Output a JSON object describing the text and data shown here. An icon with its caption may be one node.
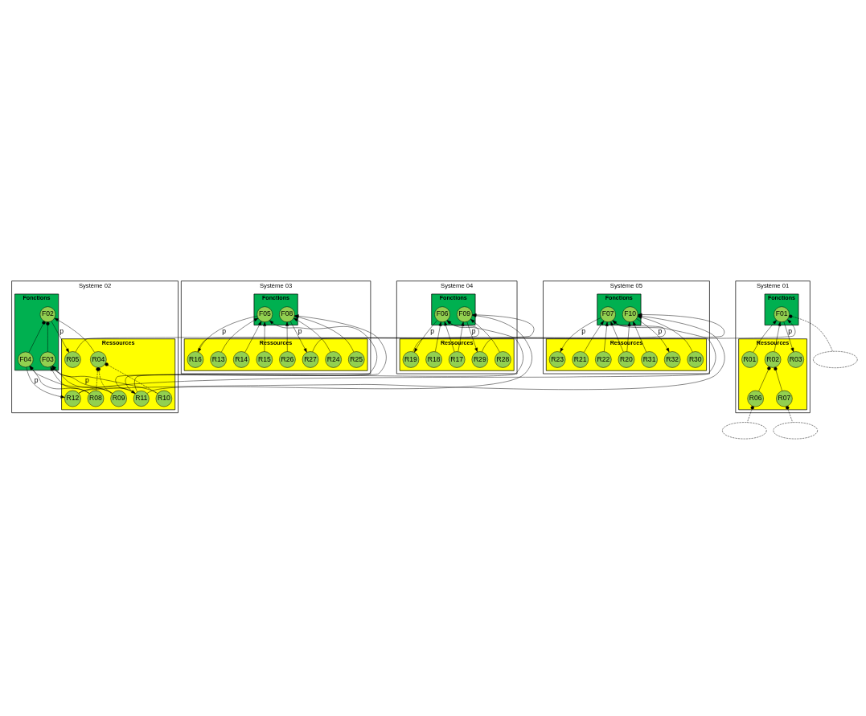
{
  "diagram": {
    "nodes": [
      {
        "text": [
          "Système 02"
        ]
      },
      {
        "text": [
          "Fonctions"
        ],
        "in": 0
      },
      {
        "text": [
          "Ressources"
        ],
        "in": 0
      },
      {
        "text": [
          "F02"
        ],
        "in": 1
      },
      {
        "text": [
          "F03"
        ],
        "in": 1
      },
      {
        "text": [
          "F04"
        ],
        "in": 1
      },
      {
        "text": [
          "R04"
        ],
        "in": 2
      },
      {
        "text": [
          "R05"
        ],
        "in": 2
      },
      {
        "text": [
          "R08"
        ],
        "in": 2
      },
      {
        "text": [
          "R09"
        ],
        "in": 2
      },
      {
        "text": [
          "R10"
        ],
        "in": 2
      },
      {
        "text": [
          "R11"
        ],
        "in": 2
      },
      {
        "text": [
          "R12"
        ],
        "in": 2
      },
      {
        "text": [
          "Système 01"
        ]
      },
      {
        "text": [
          "Fonctions"
        ],
        "in": 13
      },
      {
        "text": [
          "Ressources"
        ],
        "in": 13
      },
      {
        "text": [
          "F01"
        ],
        "in": 14
      },
      {
        "text": [
          "R01"
        ],
        "in": 15
      },
      {
        "text": [
          "R02"
        ],
        "in": 15
      },
      {
        "text": [
          "R03"
        ],
        "in": 15
      },
      {
        "text": [
          "R06"
        ],
        "in": 15
      },
      {
        "text": [
          "R07"
        ],
        "in": 15
      },
      {
        "text": [
          "Système 03"
        ]
      },
      {
        "text": [
          "Fonctions"
        ],
        "in": 22
      },
      {
        "text": [
          "Ressources"
        ],
        "in": 22
      },
      {
        "text": [
          "F05"
        ],
        "in": 23
      },
      {
        "text": [
          "F08"
        ],
        "in": 23
      },
      {
        "text": [
          "R13"
        ],
        "in": 24
      },
      {
        "text": [
          "R14"
        ],
        "in": 24
      },
      {
        "text": [
          "R15"
        ],
        "in": 24
      },
      {
        "text": [
          "R16"
        ],
        "in": 24
      },
      {
        "text": [
          "R27"
        ],
        "in": 24
      },
      {
        "text": [
          "R24"
        ],
        "in": 24
      },
      {
        "text": [
          "R25"
        ],
        "in": 24
      },
      {
        "text": [
          "R26"
        ],
        "in": 24
      },
      {
        "text": [
          "Système 04"
        ]
      },
      {
        "text": [
          "Fonctions"
        ],
        "in": 35
      },
      {
        "text": [
          "Ressources"
        ],
        "in": 35
      },
      {
        "text": [
          "F06"
        ],
        "in": 36
      },
      {
        "text": [
          "F09"
        ],
        "in": 36
      },
      {
        "text": [
          "R17"
        ],
        "in": 37
      },
      {
        "text": [
          "R18"
        ],
        "in": 37
      },
      {
        "text": [
          "R19"
        ],
        "in": 37
      },
      {
        "text": [
          "R28"
        ],
        "in": 37
      },
      {
        "text": [
          "R29"
        ],
        "in": 37
      },
      {
        "text": [
          "Système 05"
        ]
      },
      {
        "text": [
          "Fonctions"
        ],
        "in": 45
      },
      {
        "text": [
          "Ressources"
        ],
        "in": 45
      },
      {
        "text": [
          "F07"
        ],
        "in": 46
      },
      {
        "text": [
          "F10"
        ],
        "in": 46
      },
      {
        "text": [
          "R20"
        ],
        "in": 47
      },
      {
        "text": [
          "R21"
        ],
        "in": 47
      },
      {
        "text": [
          "R22"
        ],
        "in": 47
      },
      {
        "text": [
          "R23"
        ],
        "in": 47
      },
      {
        "text": [
          "R30"
        ],
        "in": 47
      },
      {
        "text": [
          "R31"
        ],
        "in": 47
      },
      {
        "text": [
          "R32"
        ],
        "in": 47
      },
      {
        "text": [],
        "shape": "ellipse"
      },
      {
        "text": [],
        "shape": "ellipse"
      },
      {
        "text": [],
        "shape": "ellipse"
      }
    ],
    "edges": [
      {
        "from": 6,
        "to": 3,
        "arrow": "to"
      },
      {
        "from": 3,
        "to": 4,
        "arrow": "other"
      },
      {
        "from": 3,
        "to": 5,
        "arrow": "other"
      },
      {
        "from": 3,
        "to": 7,
        "arrow": "to",
        "label": "p"
      },
      {
        "from": 8,
        "to": 4,
        "arrow": "to"
      },
      {
        "from": 8,
        "to": 5,
        "arrow": "to"
      },
      {
        "from": 9,
        "to": 4,
        "arrow": "to"
      },
      {
        "from": 9,
        "to": 5,
        "arrow": "to"
      },
      {
        "from": 10,
        "to": 4,
        "arrow": "to"
      },
      {
        "from": 4,
        "to": 11,
        "arrow": "to",
        "label": "p"
      },
      {
        "from": 5,
        "to": 12,
        "arrow": "to",
        "label": "p"
      },
      {
        "from": 6,
        "to": 8,
        "arrow": "other",
        "style": "dashed"
      },
      {
        "from": 6,
        "to": 9,
        "arrow": "other",
        "style": "dashed"
      },
      {
        "from": 6,
        "to": 10,
        "arrow": "other",
        "style": "dashed"
      },
      {
        "from": 7,
        "to": 16,
        "arrow": "to"
      },
      {
        "from": 17,
        "to": 16,
        "arrow": "to"
      },
      {
        "from": 18,
        "to": 16,
        "arrow": "to"
      },
      {
        "from": 16,
        "to": 19,
        "arrow": "to",
        "label": "p"
      },
      {
        "from": 18,
        "to": 20,
        "arrow": "other"
      },
      {
        "from": 18,
        "to": 21,
        "arrow": "other"
      },
      {
        "from": 16,
        "to": 57,
        "arrow": "other",
        "style": "dashed"
      },
      {
        "from": 20,
        "to": 58,
        "arrow": "other",
        "style": "dashed"
      },
      {
        "from": 21,
        "to": 59,
        "arrow": "other",
        "style": "dashed"
      },
      {
        "from": 11,
        "to": 25,
        "arrow": "to"
      },
      {
        "from": 11,
        "to": 26,
        "arrow": "to"
      },
      {
        "from": 11,
        "to": 38,
        "arrow": "to"
      },
      {
        "from": 11,
        "to": 39,
        "arrow": "to"
      },
      {
        "from": 12,
        "to": 48,
        "arrow": "to"
      },
      {
        "from": 12,
        "to": 49,
        "arrow": "to"
      },
      {
        "from": 27,
        "to": 25,
        "arrow": "to"
      },
      {
        "from": 28,
        "to": 25,
        "arrow": "to"
      },
      {
        "from": 29,
        "to": 25,
        "arrow": "to"
      },
      {
        "from": 25,
        "to": 30,
        "arrow": "to",
        "label": "p"
      },
      {
        "from": 32,
        "to": 26,
        "arrow": "to"
      },
      {
        "from": 33,
        "to": 26,
        "arrow": "to"
      },
      {
        "from": 34,
        "to": 26,
        "arrow": "to"
      },
      {
        "from": 26,
        "to": 31,
        "arrow": "to",
        "label": "p"
      },
      {
        "from": 30,
        "to": 38,
        "arrow": "to"
      },
      {
        "from": 31,
        "to": 39,
        "arrow": "to"
      },
      {
        "from": 40,
        "to": 38,
        "arrow": "to"
      },
      {
        "from": 40,
        "to": 39,
        "arrow": "to"
      },
      {
        "from": 41,
        "to": 38,
        "arrow": "to"
      },
      {
        "from": 38,
        "to": 42,
        "arrow": "to",
        "label": "p"
      },
      {
        "from": 43,
        "to": 39,
        "arrow": "to"
      },
      {
        "from": 39,
        "to": 44,
        "arrow": "to",
        "label": "p"
      },
      {
        "from": 42,
        "to": 48,
        "arrow": "to"
      },
      {
        "from": 44,
        "to": 49,
        "arrow": "to"
      },
      {
        "from": 50,
        "to": 48,
        "arrow": "to"
      },
      {
        "from": 50,
        "to": 49,
        "arrow": "to"
      },
      {
        "from": 51,
        "to": 48,
        "arrow": "to"
      },
      {
        "from": 52,
        "to": 48,
        "arrow": "to"
      },
      {
        "from": 54,
        "to": 49,
        "arrow": "to"
      },
      {
        "from": 55,
        "to": 49,
        "arrow": "to"
      },
      {
        "from": 48,
        "to": 53,
        "arrow": "to",
        "label": "p"
      },
      {
        "from": 49,
        "to": 56,
        "arrow": "to",
        "label": "p"
      }
    ]
  }
}
